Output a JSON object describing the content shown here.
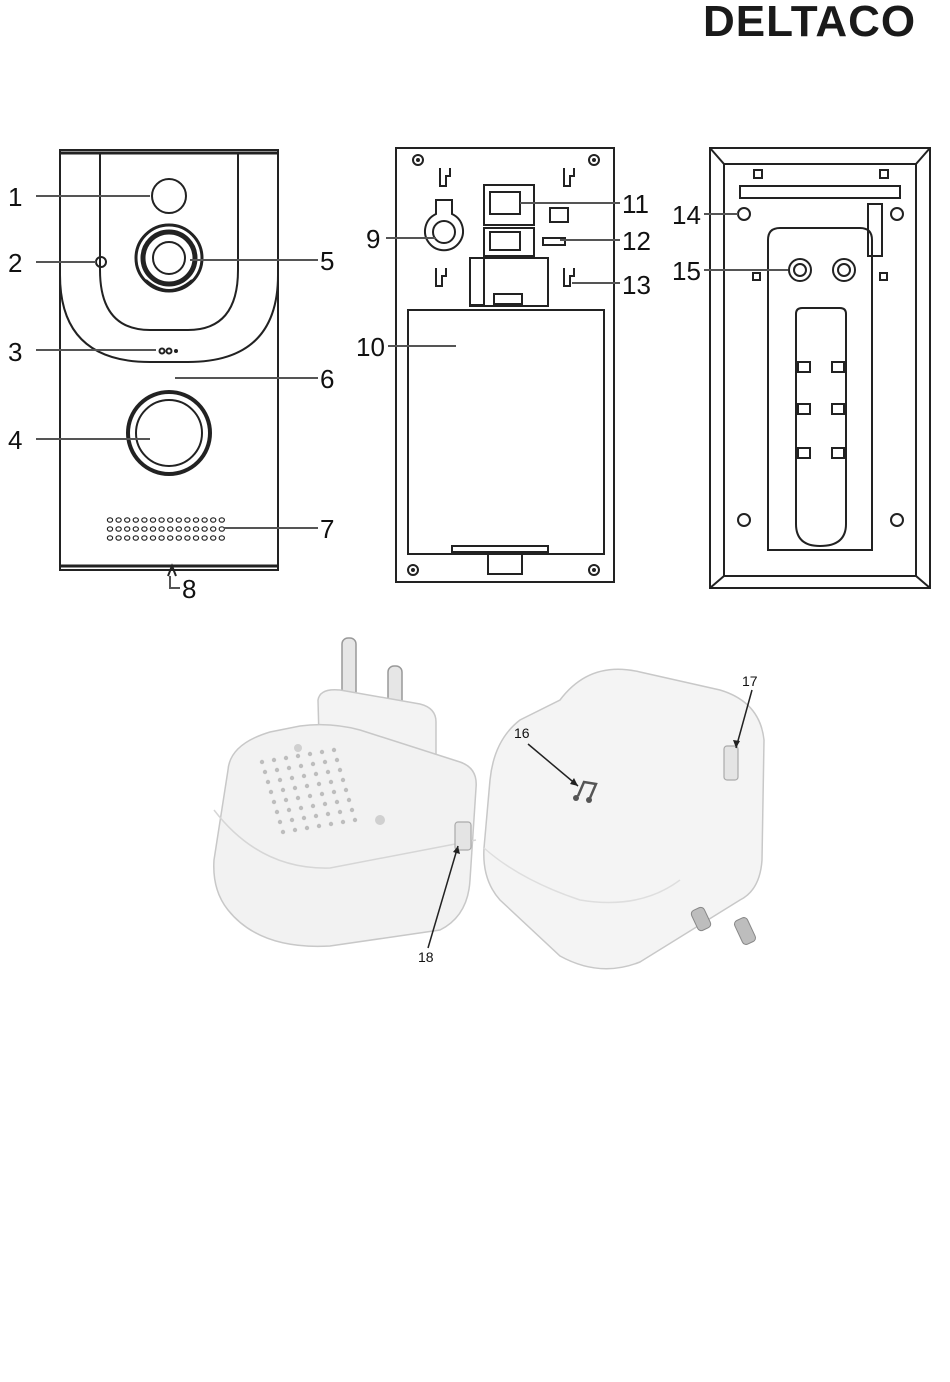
{
  "brand": {
    "logo_text": "DELTACO"
  },
  "callouts": {
    "c1": "1",
    "c2": "2",
    "c3": "3",
    "c4": "4",
    "c5": "5",
    "c6": "6",
    "c7": "7",
    "c8": "8",
    "c9": "9",
    "c10": "10",
    "c11": "11",
    "c12": "12",
    "c13": "13",
    "c14": "14",
    "c15": "15",
    "c16": "16",
    "c17": "17",
    "c18": "18"
  }
}
